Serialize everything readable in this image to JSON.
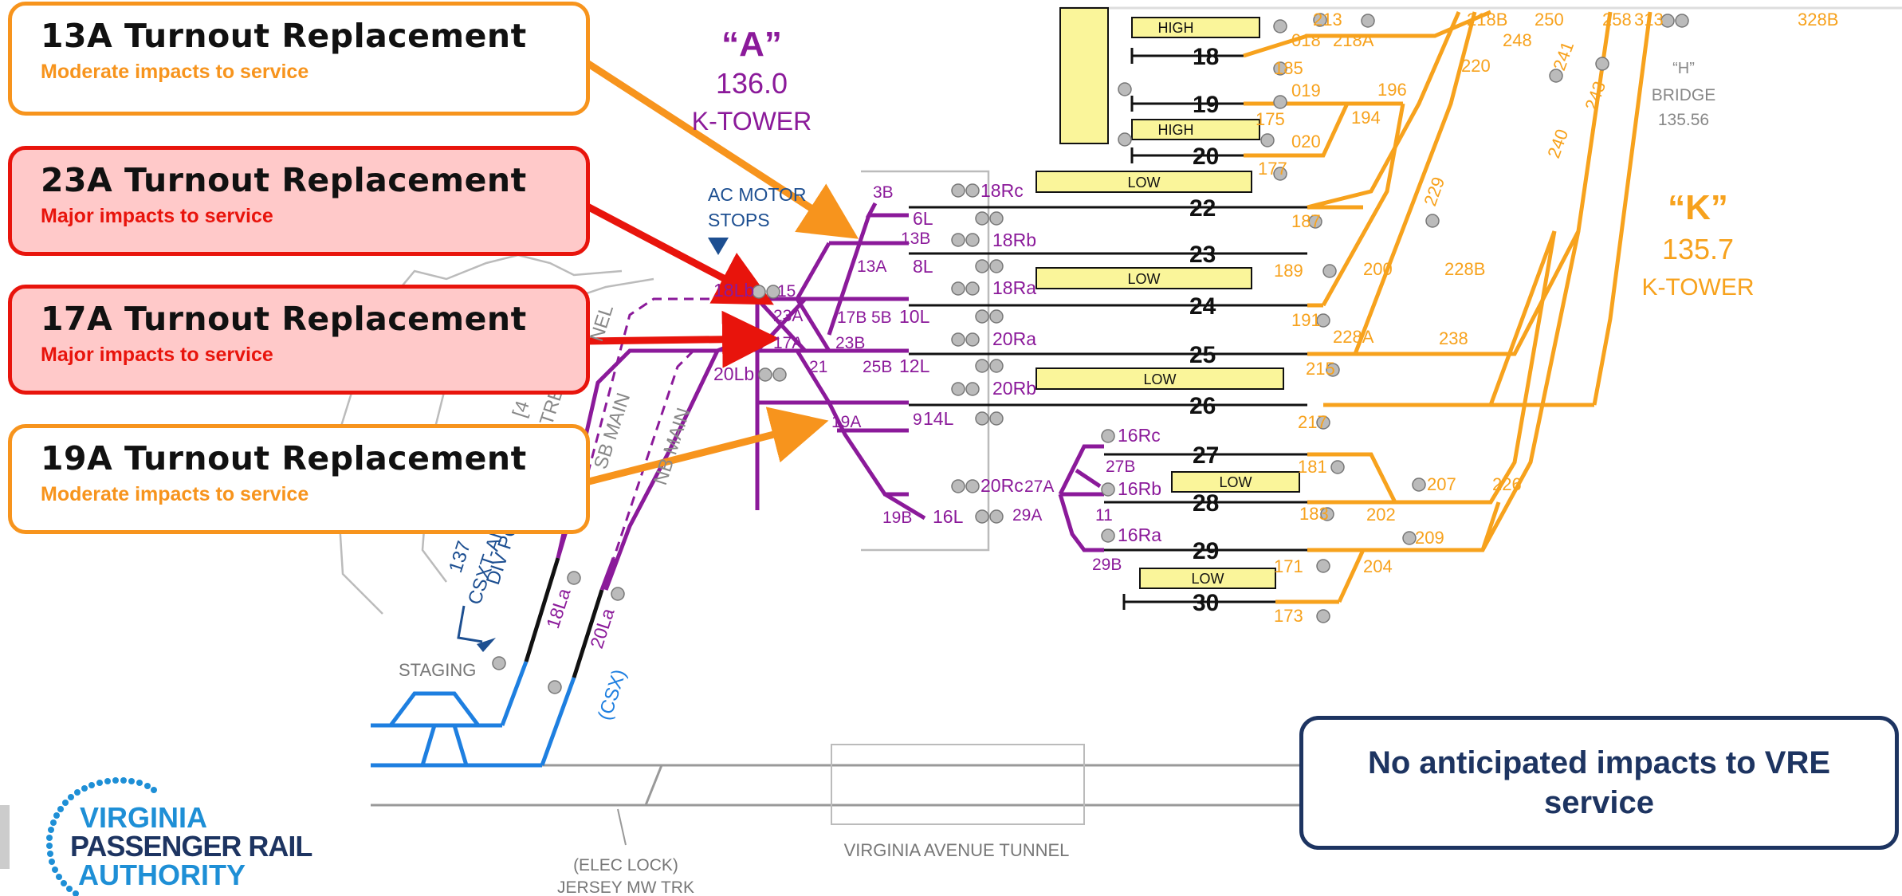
{
  "callouts": [
    {
      "title": "13A Turnout Replacement",
      "subtitle": "Moderate impacts to service",
      "severity": "moderate"
    },
    {
      "title": "23A Turnout Replacement",
      "subtitle": "Major impacts to service",
      "severity": "major"
    },
    {
      "title": "17A Turnout Replacement",
      "subtitle": "Major impacts to service",
      "severity": "major"
    },
    {
      "title": "19A Turnout Replacement",
      "subtitle": "Moderate impacts to service",
      "severity": "moderate"
    }
  ],
  "note": "No anticipated impacts to VRE service",
  "logo": {
    "line1": "VIRGINIA",
    "line2": "PASSENGER RAIL",
    "line3": "AUTHORITY"
  },
  "towers": {
    "a": {
      "letter": "“A”",
      "milepost": "136.0",
      "name": "K-TOWER"
    },
    "k": {
      "letter": "“K”",
      "milepost": "135.7",
      "name": "K-TOWER"
    }
  },
  "bridge": {
    "letter": "“H”",
    "name": "BRIDGE",
    "milepost": "135.56"
  },
  "ac_motor": {
    "line1": "AC MOTOR",
    "line2": "STOPS"
  },
  "tracks": {
    "t18": "18",
    "t19": "19",
    "t20": "20",
    "t22": "22",
    "t23": "23",
    "t24": "24",
    "t25": "25",
    "t26": "26",
    "t27": "27",
    "t28": "28",
    "t29": "29",
    "t30": "30"
  },
  "platform_labels": {
    "high": "HIGH",
    "low": "LOW"
  },
  "signals": {
    "s18Rc": "18Rc",
    "s18Rb": "18Rb",
    "s18Ra": "18Ra",
    "s20Ra": "20Ra",
    "s20Rb": "20Rb",
    "s20Rc": "20Rc",
    "s16Rc": "16Rc",
    "s16Rb": "16Rb",
    "s16Ra": "16Ra",
    "s18La": "18La",
    "s20La": "20La",
    "s20Lb": "20Lb",
    "s16L": "16L",
    "s14L": "14L",
    "s12L": "12L",
    "s10L": "10L",
    "s8L": "8L",
    "s6L": "6L",
    "s18Lb": "18Lb"
  },
  "switches": {
    "sw3B": "3B",
    "sw13B": "13B",
    "sw13A": "13A",
    "sw15": "15",
    "sw23A": "23A",
    "sw17B": "17B",
    "sw17A": "17A",
    "sw23B": "23B",
    "sw5B": "5B",
    "sw25B": "25B",
    "sw21": "21",
    "sw19A": "19A",
    "sw9": "9",
    "sw19B": "19B",
    "sw27A": "27A",
    "sw27B": "27B",
    "sw29A": "29A",
    "sw11": "11",
    "sw29B": "29B"
  },
  "k_signals": {
    "n213": "213",
    "n018": "018",
    "n185": "185",
    "n019": "019",
    "n175": "175",
    "n020": "020",
    "n177": "177",
    "n187": "187",
    "n189": "189",
    "n191": "191",
    "n215": "215",
    "n217": "217",
    "n181": "181",
    "n183": "183",
    "n171": "171",
    "n173": "173",
    "n207": "207",
    "n209": "209",
    "n313": "313"
  },
  "k_switches": {
    "k218A": "218A",
    "k218B": "218B",
    "k248": "248",
    "k250": "250",
    "k258": "258",
    "k328B": "328B",
    "k220": "220",
    "k196": "196",
    "k194": "194",
    "k229": "229",
    "k200": "200",
    "k228B": "228B",
    "k228A": "228A",
    "k238": "238",
    "k240": "240",
    "k241": "241",
    "k243": "243",
    "k202": "202",
    "k204": "204",
    "k226": "226"
  },
  "main_lines": {
    "sb": "SB MAIN",
    "nb": "NB MAIN",
    "tunnel_left": "NEL",
    "track4": "[4",
    "tre": "TRE"
  },
  "csx": {
    "l1": "137",
    "l2": "CSXT-AI",
    "l3": "DIV POS",
    "csx": "(CSX)"
  },
  "staging": "STAGING",
  "tunnel": "VIRGINIA AVENUE TUNNEL",
  "elec_lock": {
    "l1": "(ELEC LOCK)",
    "l2": "JERSEY MW TRK"
  }
}
